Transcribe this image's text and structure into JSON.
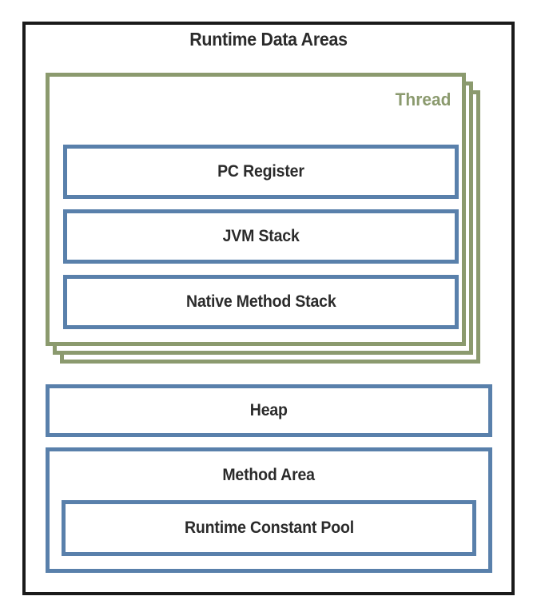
{
  "diagram": {
    "title": "Runtime Data Areas",
    "type": "jvm-memory-architecture",
    "colors": {
      "outer_frame": "#1a1a1a",
      "thread_green": "#8b9a6e",
      "box_blue": "#5980ab",
      "text": "#2b2b2b",
      "background": "#ffffff"
    },
    "thread": {
      "label": "Thread",
      "stack_count": 3,
      "items": [
        {
          "label": "PC Register"
        },
        {
          "label": "JVM Stack"
        },
        {
          "label": "Native Method Stack"
        }
      ]
    },
    "shared": [
      {
        "label": "Heap"
      },
      {
        "label": "Method Area",
        "children": [
          {
            "label": "Runtime Constant Pool"
          }
        ]
      }
    ]
  }
}
